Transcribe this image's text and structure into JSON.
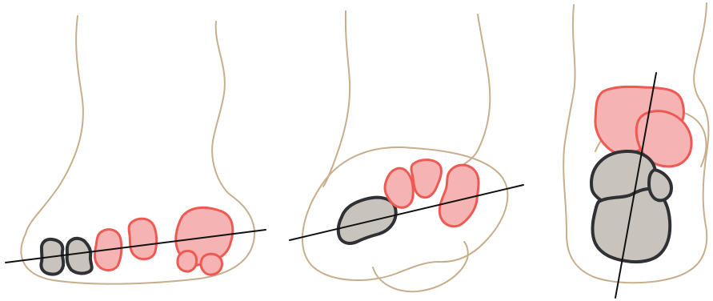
{
  "diagram": {
    "panel_count": 3,
    "colors": {
      "background": "#ffffff",
      "skin_outline": "#c8ae8c",
      "pink_fill": "#f6b3b3",
      "pink_stroke": "#ee5a52",
      "gray_fill": "#c9c3bd",
      "gray_stroke": "#2f3135",
      "axis_line": "#111111"
    },
    "panels": [
      {
        "view": "front-view-foot"
      },
      {
        "view": "oblique-view-foot"
      },
      {
        "view": "rear-view-foot"
      }
    ]
  }
}
